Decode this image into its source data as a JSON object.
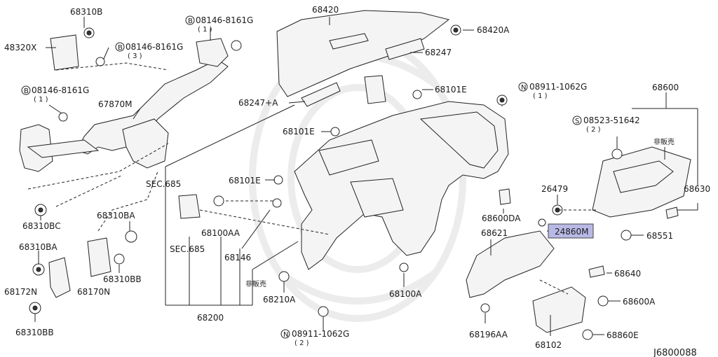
{
  "diagram": {
    "part_code": "J6800088",
    "highlighted_part": "24860M",
    "labels": {
      "p68310B": "68310B",
      "p48320X": "48320X",
      "b08146_top": "08146-8161G",
      "b08146_top_qty": "( 1 )",
      "b08146_mid": "08146-8161G",
      "b08146_mid_qty": "( 3 )",
      "b08146_left": "08146-8161G",
      "b08146_left_qty": "( 1 )",
      "p67870M": "67870M",
      "p68310BC": "68310BC",
      "p68310BA_l": "68310BA",
      "p68310BA_r": "68310BA",
      "p68172N": "68172N",
      "p68170N": "68170N",
      "p68310BB_r": "68310BB",
      "p68310BB_l": "68310BB",
      "p68420": "68420",
      "p68420A": "68420A",
      "p68247": "68247",
      "p68247A": "68247+A",
      "p68101E_a": "68101E",
      "p68101E_b": "68101E",
      "p68101E_c": "68101E",
      "n08911_top": "08911-1062G",
      "n08911_top_qty": "( 1 )",
      "n08911_bot": "08911-1062G",
      "n08911_bot_qty": "( 2 )",
      "s08523": "08523-51642",
      "s08523_qty": "( 2 )",
      "p68600": "68600",
      "hanbai_a": "非販売",
      "hanbai_b": "非販売",
      "p68630": "68630",
      "p26479": "26479",
      "p68600DA": "68600DA",
      "p68621": "68621",
      "p24860M": "24860M",
      "p68551": "68551",
      "p68640": "68640",
      "p68600A": "68600A",
      "p68860E": "68860E",
      "p68102": "68102",
      "p68196AA": "68196AA",
      "p68100A": "68100A",
      "p68210A": "68210A",
      "p68200": "68200",
      "p68146": "68146",
      "p68100AA": "68100AA",
      "sec685_a": "SEC.685",
      "sec685_b": "SEC.685",
      "mark_b": "B",
      "mark_n": "N",
      "mark_s": "S"
    }
  }
}
